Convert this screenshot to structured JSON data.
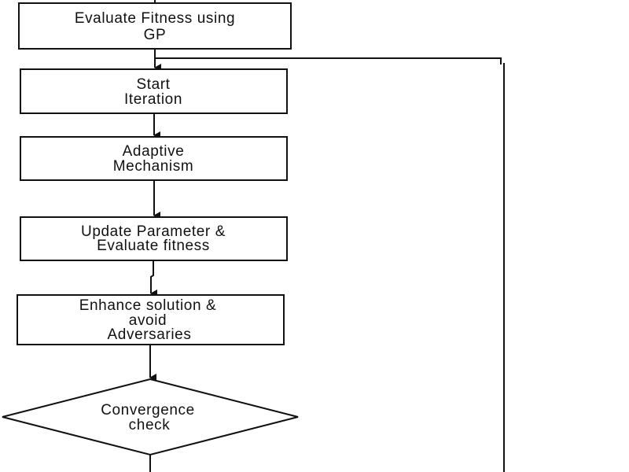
{
  "nodes": {
    "evaluate_fitness": {
      "lines": [
        "Evaluate Fitness using",
        "GP"
      ]
    },
    "start_iteration": {
      "lines": [
        "Start",
        "Iteration"
      ]
    },
    "adaptive_mechanism": {
      "lines": [
        "Adaptive",
        "Mechanism"
      ]
    },
    "update_parameter": {
      "lines": [
        "Update Parameter &",
        "Evaluate fitness"
      ]
    },
    "enhance_solution": {
      "lines": [
        "Enhance solution &",
        "avoid",
        "Adversaries"
      ]
    },
    "convergence_check": {
      "lines": [
        "Convergence",
        "check"
      ]
    }
  },
  "colors": {
    "stroke": "#111111",
    "text": "#111111",
    "background": "#ffffff"
  }
}
